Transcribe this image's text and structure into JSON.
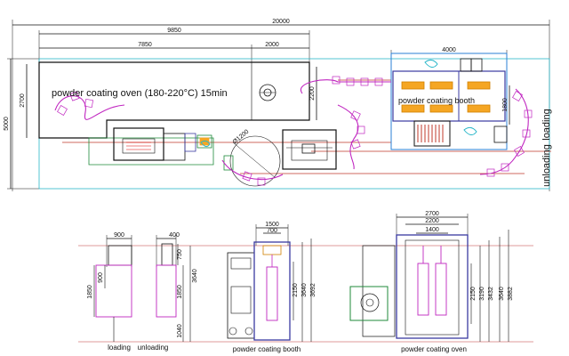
{
  "top_view": {
    "dim_total_length": "20000",
    "dim_oven_length": "9850",
    "dim_oven_section": "7850",
    "dim_oven_end": "2000",
    "dim_booth_length": "4000",
    "dim_total_width": "5000",
    "dim_oven_width": "2700",
    "dim_link_width": "2200",
    "dim_booth_width": "1800",
    "dim_curve_radius": "Ø1200",
    "oven_label": "powder coating oven (180-220°C) 15min",
    "booth_label": "powder coating booth",
    "loading_label": "loading",
    "unloading_label": "unloading"
  },
  "elevations": {
    "loading": {
      "dim_width": "900",
      "dim_inner": "900",
      "dim_height": "1850",
      "label": "loading"
    },
    "unloading": {
      "dim_width": "400",
      "dim_top": "750",
      "dim_height": "1850",
      "dim_total": "3640",
      "dim_base": "1040",
      "label": "unloading"
    },
    "booth": {
      "dim_outer": "1500",
      "dim_inner": "700",
      "dim_h1": "2150",
      "dim_h2": "3640",
      "dim_h3": "3692",
      "label": "powder coating booth"
    },
    "oven": {
      "dim_outer": "2700",
      "dim_mid": "2200",
      "dim_inner": "1400",
      "dim_h1": "2150",
      "dim_h2": "3190",
      "dim_h3": "3432",
      "dim_h4": "3640",
      "dim_h5": "3882",
      "label": "powder coating oven"
    }
  },
  "colors": {
    "line": "#111111",
    "outline": "#2a7fd6",
    "conveyor": "#c026c0",
    "heater": "#f5a623",
    "filter": "#c0392b",
    "frame": "#3a3aa0",
    "floor_line": "#d47a7a",
    "cyan": "#2ab7c9",
    "equip_green": "#1f8a3a"
  }
}
